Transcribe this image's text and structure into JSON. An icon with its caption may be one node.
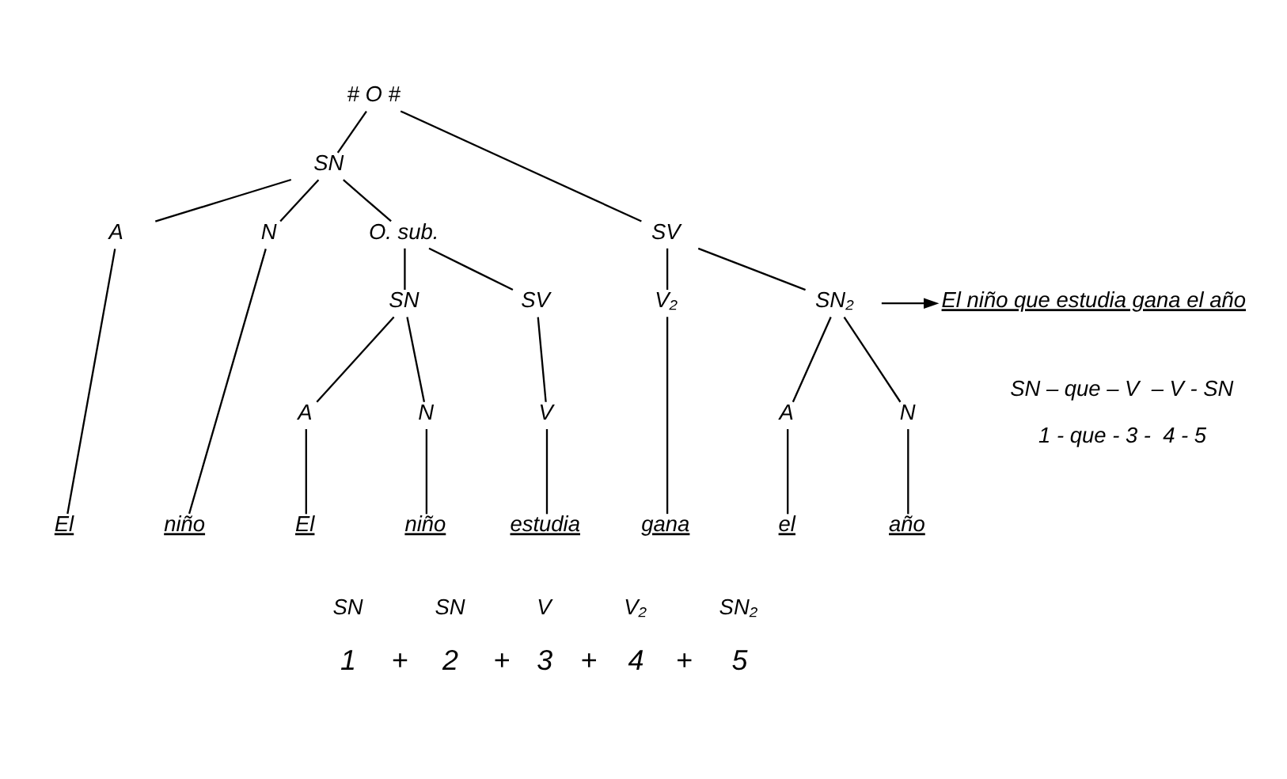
{
  "diagram": {
    "nodes": [
      {
        "text": [
          "# O #"
        ]
      },
      {
        "text": [
          "SN"
        ]
      },
      {
        "text": [
          "SV"
        ]
      },
      {
        "text": [
          "A"
        ]
      },
      {
        "text": [
          "N"
        ]
      },
      {
        "text": [
          "O. sub."
        ]
      },
      {
        "text": [
          "V₂"
        ]
      },
      {
        "text": [
          "SN₂"
        ]
      },
      {
        "text": [
          "El niño que estudia gana el año"
        ]
      },
      {
        "text": [
          "SN"
        ]
      },
      {
        "text": [
          "SV"
        ]
      },
      {
        "text": [
          "A"
        ]
      },
      {
        "text": [
          "N"
        ]
      },
      {
        "text": [
          "A"
        ]
      },
      {
        "text": [
          "N"
        ]
      },
      {
        "text": [
          "V"
        ]
      },
      {
        "text": [
          "El"
        ]
      },
      {
        "text": [
          "niño"
        ]
      },
      {
        "text": [
          "El"
        ]
      },
      {
        "text": [
          "niño"
        ]
      },
      {
        "text": [
          "estudia"
        ]
      },
      {
        "text": [
          "gana"
        ]
      },
      {
        "text": [
          "el"
        ]
      },
      {
        "text": [
          "año"
        ]
      }
    ],
    "edges": [
      {
        "from": 0,
        "to": 1,
        "arrow": "none"
      },
      {
        "from": 0,
        "to": 2,
        "arrow": "none"
      },
      {
        "from": 1,
        "to": 3,
        "arrow": "none"
      },
      {
        "from": 1,
        "to": 4,
        "arrow": "none"
      },
      {
        "from": 1,
        "to": 5,
        "arrow": "none"
      },
      {
        "from": 2,
        "to": 6,
        "arrow": "none"
      },
      {
        "from": 2,
        "to": 7,
        "arrow": "none"
      },
      {
        "from": 7,
        "to": 8,
        "arrow": "to"
      },
      {
        "from": 5,
        "to": 9,
        "arrow": "none"
      },
      {
        "from": 5,
        "to": 10,
        "arrow": "none"
      },
      {
        "from": 7,
        "to": 11,
        "arrow": "none"
      },
      {
        "from": 7,
        "to": 12,
        "arrow": "none"
      },
      {
        "from": 9,
        "to": 13,
        "arrow": "none"
      },
      {
        "from": 9,
        "to": 14,
        "arrow": "none"
      },
      {
        "from": 10,
        "to": 15,
        "arrow": "none"
      },
      {
        "from": 3,
        "to": 16,
        "arrow": "none"
      },
      {
        "from": 4,
        "to": 17,
        "arrow": "none"
      },
      {
        "from": 13,
        "to": 18,
        "arrow": "none"
      },
      {
        "from": 14,
        "to": 19,
        "arrow": "none"
      },
      {
        "from": 15,
        "to": 20,
        "arrow": "none"
      },
      {
        "from": 6,
        "to": 21,
        "arrow": "none"
      },
      {
        "from": 11,
        "to": 22,
        "arrow": "none"
      },
      {
        "from": 12,
        "to": 23,
        "arrow": "none"
      }
    ],
    "labels": [
      "SN – que – V  – V - SN",
      "1 - que - 3 -  4 - 5",
      "SN",
      "SN",
      "V",
      "V₂",
      "SN₂",
      "1",
      "+",
      "2",
      "+",
      "3",
      "+",
      "4",
      "+",
      "5"
    ]
  }
}
